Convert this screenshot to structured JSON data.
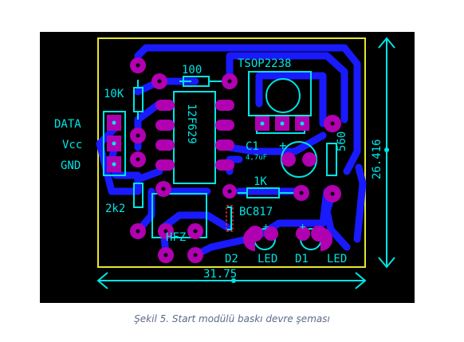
{
  "colors": {
    "background": "#000000",
    "trace": "#1a1aff",
    "pad": "#b100b1",
    "silkscreen": "#00e5e5",
    "outline": "#e6e62e",
    "arrow": "#00e5e5"
  },
  "labels": {
    "r_top": "100",
    "ic_sensor": "TSOP2238",
    "r_left": "10K",
    "connector_data": "DATA",
    "connector_vcc": "Vcc",
    "connector_gnd": "GND",
    "mcu": "12F629",
    "cap": "C1",
    "cap_value": "4,7uF",
    "r_560": "560",
    "r_1k": "1K",
    "r_2k2": "2k2",
    "transistor": "BC817",
    "buzzer": "HFZ",
    "d2": "D2",
    "led2": "LED",
    "d1": "D1",
    "led1": "LED",
    "plus": "+"
  },
  "dimensions": {
    "width": "31.75",
    "height": "26.416"
  },
  "caption": "Şekil 5. Start modülü baskı devre şeması"
}
